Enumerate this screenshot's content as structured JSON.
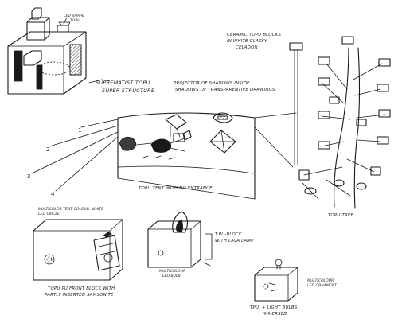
{
  "labels": {
    "led_shape_top_line1": "LED SHAPE",
    "led_shape_top_line2": "TOPU",
    "superstructure_line1": "SUPREMATIST TOPU",
    "superstructure_line2": "SUPER STRUCTURE",
    "projector_line1": "PROJECTOR OF SHADOWS INSIDE",
    "projector_line2": "SHADOWS OF TRANSPARENTIVE DRAWINGS",
    "ceramic_line1": "CERAMIC TOPU BLOCKS",
    "ceramic_line2": "IN WHITE GLASSY",
    "ceramic_line3": "CELADON",
    "tent": "TOPU TENT WITH NO ENTRANCE",
    "tree": "TOPU TREE",
    "multicolor_tent_line1": "MULTICOLOR TENT COLOUR: WHITE",
    "multicolor_tent_line2": "LED CIRCLE",
    "block_line1": "TOPU PU FRONT BLOCK WITH",
    "block_line2": "PARTLY INSERTED SAMSONITE",
    "lava_line1": "T.PU-BLOCK",
    "lava_line2": "WITH LAVA LAMP",
    "led_lamp_line1": "MULTICOLOUR",
    "led_lamp_line2": "LED BULB",
    "bottom_multicolour_line1": "MULTICOLOUR",
    "bottom_multicolour_line2": "LED ORNAMENT",
    "bulbs_line1": "TPU. + LIGHT BULBS",
    "bulbs_line2": "IMMERSED",
    "number_1": "1",
    "number_2": "2",
    "number_3": "3",
    "number_4": "4"
  }
}
